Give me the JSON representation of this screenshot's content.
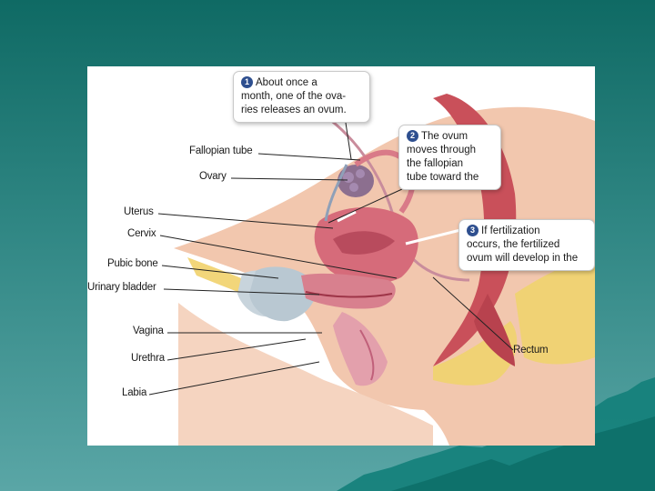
{
  "labels": {
    "fallopian_tube": "Fallopian tube",
    "ovary": "Ovary",
    "uterus": "Uterus",
    "cervix": "Cervix",
    "pubic_bone": "Pubic bone",
    "urinary_bladder": "Urinary bladder",
    "vagina": "Vagina",
    "urethra": "Urethra",
    "labia": "Labia",
    "rectum": "Rectum"
  },
  "callouts": [
    {
      "number": "1",
      "lines": [
        "About once a",
        "month, one of the ova-",
        "ries releases an ovum."
      ]
    },
    {
      "number": "2",
      "lines": [
        "The ovum",
        "moves through",
        "the fallopian",
        "tube toward the"
      ]
    },
    {
      "number": "3",
      "lines": [
        "If fertilization",
        "occurs, the fertilized",
        "ovum will develop in the"
      ]
    }
  ],
  "colors": {
    "background_top": "#0f6a64",
    "background_bottom": "#5aa6a6",
    "number_badge": "#2e4f8f"
  }
}
